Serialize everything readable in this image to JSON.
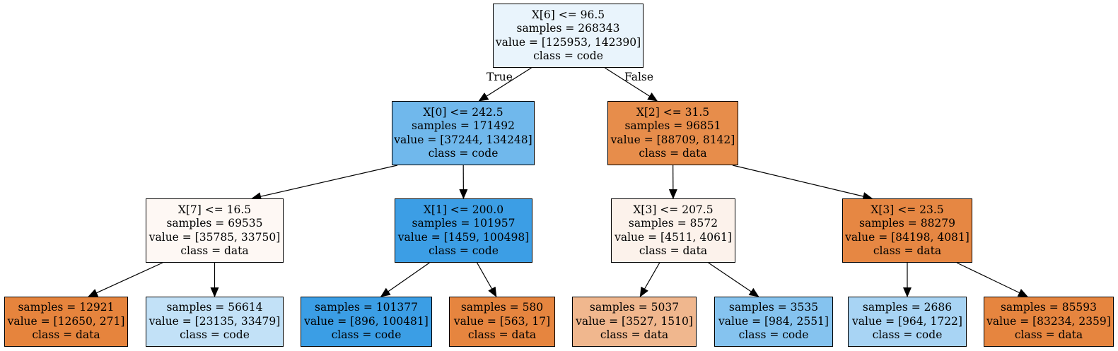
{
  "tree": {
    "nodes": [
      {
        "id": "n0",
        "split": "X[6] <= 96.5",
        "samples": "samples = 268343",
        "value": "value = [125953, 142390]",
        "class": "class = code",
        "color": "#e9f4fc"
      },
      {
        "id": "n1",
        "split": "X[0] <= 242.5",
        "samples": "samples = 171492",
        "value": "value = [37244, 134248]",
        "class": "class = code",
        "color": "#70b8ec"
      },
      {
        "id": "n2",
        "split": "X[2] <= 31.5",
        "samples": "samples = 96851",
        "value": "value = [88709, 8142]",
        "class": "class = data",
        "color": "#e78d4b"
      },
      {
        "id": "n3",
        "split": "X[7] <= 16.5",
        "samples": "samples = 69535",
        "value": "value = [35785, 33750]",
        "class": "class = data",
        "color": "#fef8f4"
      },
      {
        "id": "n4",
        "split": "X[1] <= 200.0",
        "samples": "samples = 101957",
        "value": "value = [1459, 100498]",
        "class": "class = code",
        "color": "#3c9ee5"
      },
      {
        "id": "n5",
        "split": "X[3] <= 207.5",
        "samples": "samples = 8572",
        "value": "value = [4511, 4061]",
        "class": "class = data",
        "color": "#fcf2eb"
      },
      {
        "id": "n6",
        "split": "X[3] <= 23.5",
        "samples": "samples = 88279",
        "value": "value = [84198, 4081]",
        "class": "class = data",
        "color": "#e68743"
      },
      {
        "id": "n7",
        "samples": "samples = 12921",
        "value": "value = [12650, 271]",
        "class": "class = data",
        "color": "#e6843d"
      },
      {
        "id": "n8",
        "samples": "samples = 56614",
        "value": "value = [23135, 33479]",
        "class": "class = code",
        "color": "#c2e1f7"
      },
      {
        "id": "n9",
        "samples": "samples = 101377",
        "value": "value = [896, 100481]",
        "class": "class = code",
        "color": "#3b9ee5"
      },
      {
        "id": "n10",
        "samples": "samples = 580",
        "value": "value = [563, 17]",
        "class": "class = data",
        "color": "#e6853f"
      },
      {
        "id": "n11",
        "samples": "samples = 5037",
        "value": "value = [3527, 1510]",
        "class": "class = data",
        "color": "#f0b78e"
      },
      {
        "id": "n12",
        "samples": "samples = 3535",
        "value": "value = [984, 2551]",
        "class": "class = code",
        "color": "#85c3ef"
      },
      {
        "id": "n13",
        "samples": "samples = 2686",
        "value": "value = [964, 1722]",
        "class": "class = code",
        "color": "#a8d4f4"
      },
      {
        "id": "n14",
        "samples": "samples = 85593",
        "value": "value = [83234, 2359]",
        "class": "class = data",
        "color": "#e6853f"
      }
    ],
    "edges": [
      {
        "from": "n0",
        "to": "n1"
      },
      {
        "from": "n0",
        "to": "n2"
      },
      {
        "from": "n1",
        "to": "n3"
      },
      {
        "from": "n1",
        "to": "n4"
      },
      {
        "from": "n2",
        "to": "n5"
      },
      {
        "from": "n2",
        "to": "n6"
      },
      {
        "from": "n3",
        "to": "n7"
      },
      {
        "from": "n3",
        "to": "n8"
      },
      {
        "from": "n4",
        "to": "n9"
      },
      {
        "from": "n4",
        "to": "n10"
      },
      {
        "from": "n5",
        "to": "n11"
      },
      {
        "from": "n5",
        "to": "n12"
      },
      {
        "from": "n6",
        "to": "n13"
      },
      {
        "from": "n6",
        "to": "n14"
      }
    ],
    "root_edge_labels": {
      "left": "True",
      "right": "False"
    }
  }
}
